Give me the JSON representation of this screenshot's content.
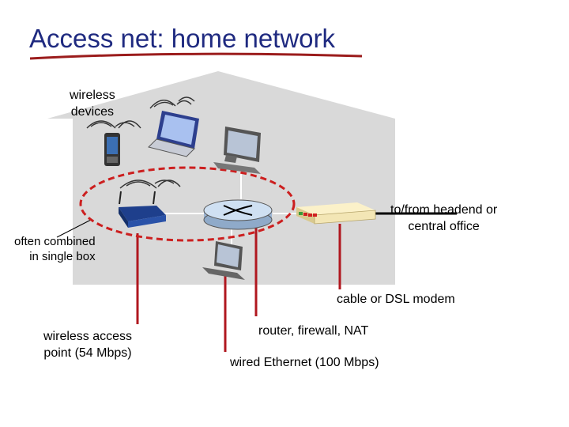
{
  "title": "Access net: home network",
  "labels": {
    "wireless_devices": "wireless\ndevices",
    "headend": "to/from headend or\ncentral office",
    "combined": "often combined\nin single box",
    "modem": "cable or DSL modem",
    "access_point": "wireless access\npoint (54 Mbps)",
    "router": "router, firewall, NAT",
    "ethernet": "wired Ethernet (100 Mbps)"
  },
  "colors": {
    "title": "#1f2a80",
    "underline": "#9b1c1c",
    "house": "#d9d9d9",
    "wire": "#b0171f",
    "dashed_ring": "#cc1f1f",
    "ap_body": "#1e3f8c",
    "router_disk": "#cfe0f2",
    "modem": "#f3e6b5"
  },
  "icons": [
    "smartphone-icon",
    "laptop-icon",
    "desktop-icon",
    "wireless-router-icon",
    "router-icon",
    "modem-icon"
  ]
}
